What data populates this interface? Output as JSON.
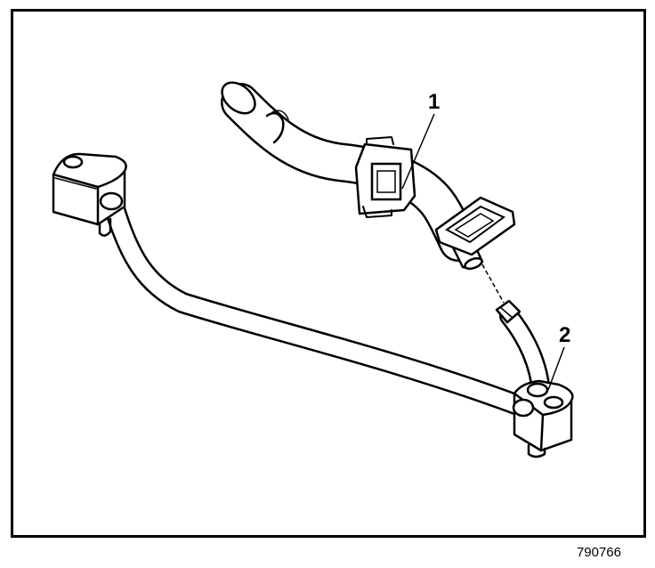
{
  "callouts": [
    {
      "id": "1"
    },
    {
      "id": "2"
    }
  ],
  "figure_number": "790766",
  "colors": {
    "line": "#000000",
    "background": "#ffffff"
  }
}
